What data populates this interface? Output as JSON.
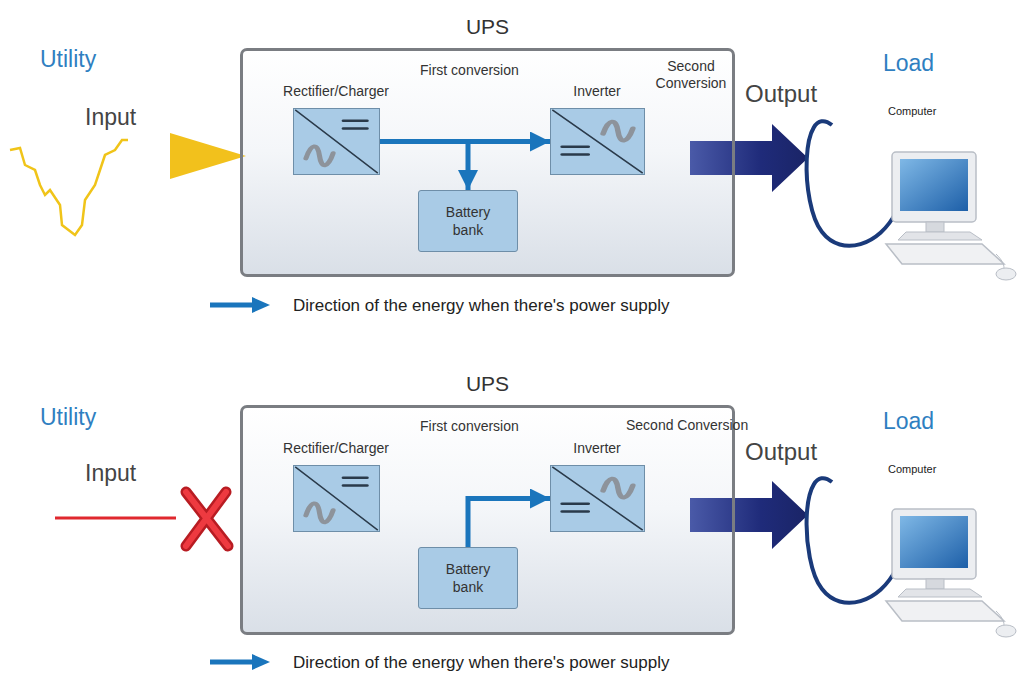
{
  "diagram": {
    "nodes": [
      {
        "text": [
          "UPS"
        ]
      },
      {
        "text": [
          "Rectifier/Charger"
        ],
        "in": 0
      },
      {
        "text": [
          "Inverter"
        ],
        "in": 0
      },
      {
        "text": [
          "Battery bank"
        ],
        "in": 0
      },
      {
        "text": [
          "UPS"
        ]
      },
      {
        "text": [
          "Rectifier/Charger"
        ],
        "in": 4
      },
      {
        "text": [
          "Inverter"
        ],
        "in": 4
      },
      {
        "text": [
          "Battery bank"
        ],
        "in": 4
      }
    ],
    "edges": [
      {
        "from": 1,
        "to": 2,
        "arrow": "to"
      },
      {
        "from": 1,
        "to": 3,
        "arrow": "to"
      },
      {
        "from": 7,
        "to": 6,
        "arrow": "to"
      }
    ],
    "labels": [
      "Utility",
      "Input",
      "First conversion",
      "Second Conversion",
      "Output",
      "Load",
      "Computer",
      "Utility",
      "Input",
      "First conversion",
      "Second Conversion",
      "Output",
      "Load",
      "Computer"
    ],
    "legend": [
      {
        "text": "Direction of the energy when there's power supply"
      },
      {
        "text": "Direction of the energy when there's power supply"
      }
    ]
  }
}
